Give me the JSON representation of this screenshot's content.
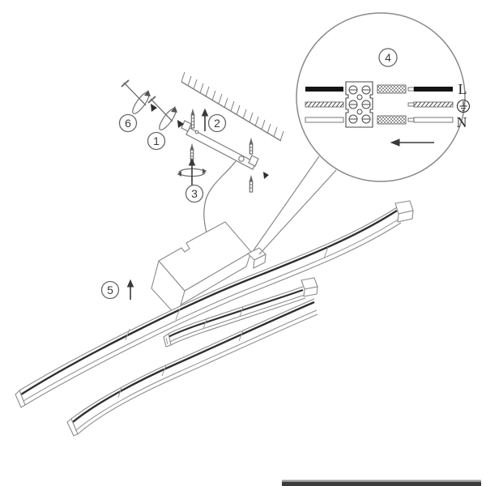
{
  "callouts": {
    "step1": "1",
    "step2": "2",
    "step3": "3",
    "step4": "4",
    "step5": "5",
    "step6": "6"
  },
  "wiring": {
    "live_label": "L",
    "neutral_label": "N",
    "earth_icon": "protective-earth-symbol"
  },
  "icons": {
    "up_arrow": "up-arrow",
    "left_arrow": "left-arrow",
    "rotation_arrow": "rotation-arrow"
  },
  "colors": {
    "outline": "#8c8c8c",
    "dark_line": "#2e2e2e",
    "wire_black": "#141414",
    "callout_stroke": "#666666",
    "bottom_bar_dark": "#3c3c3c",
    "bottom_bar_light": "#9a9a9a"
  }
}
